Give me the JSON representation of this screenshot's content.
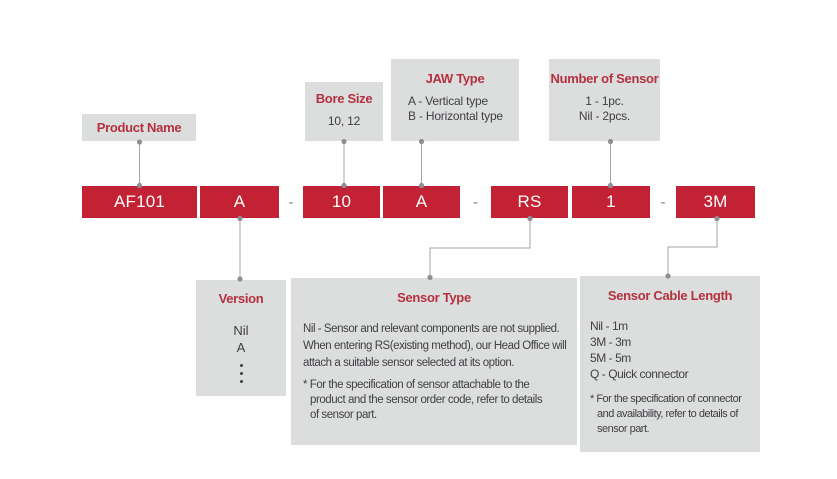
{
  "diagram": {
    "top_boxes": [
      {
        "title": "Product Name",
        "lines": []
      },
      {
        "title": "Bore Size",
        "lines": [
          "10, 12"
        ]
      },
      {
        "title": "JAW Type",
        "lines": [
          "A - Vertical type",
          "B - Horizontal type"
        ]
      },
      {
        "title": "Number of Sensor",
        "lines": [
          "1 - 1pc.",
          "Nil - 2pcs."
        ]
      }
    ],
    "code_blocks": [
      "AF101",
      "A",
      "10",
      "A",
      "RS",
      "1",
      "3M"
    ],
    "separators": [
      "-",
      "-",
      "-"
    ],
    "bottom_boxes": {
      "version": {
        "title": "Version",
        "options": [
          "Nil",
          "A"
        ]
      },
      "sensor_type": {
        "title": "Sensor Type",
        "description": [
          "Nil - Sensor and relevant components are not supplied.",
          "When entering RS(existing method), our Head Office will",
          "attach a suitable sensor selected at its option."
        ],
        "footnote": [
          "* For the specification of sensor attachable to the",
          "product and the sensor order code, refer to details",
          "of sensor part."
        ]
      },
      "sensor_cable_length": {
        "title": "Sensor Cable Length",
        "options": [
          "Nil - 1m",
          "3M - 3m",
          "5M - 5m",
          "Q - Quick connector"
        ],
        "footnote": [
          "* For the specification of connector",
          "and availability, refer to details of",
          "sensor part."
        ]
      }
    },
    "colors": {
      "block_red": "#c32134",
      "title_red": "#b43240",
      "box_gray": "#dcdddd",
      "text_dark": "#414146",
      "connector_gray": "#a5a5a8",
      "dot_gray": "#8f8f93"
    }
  }
}
